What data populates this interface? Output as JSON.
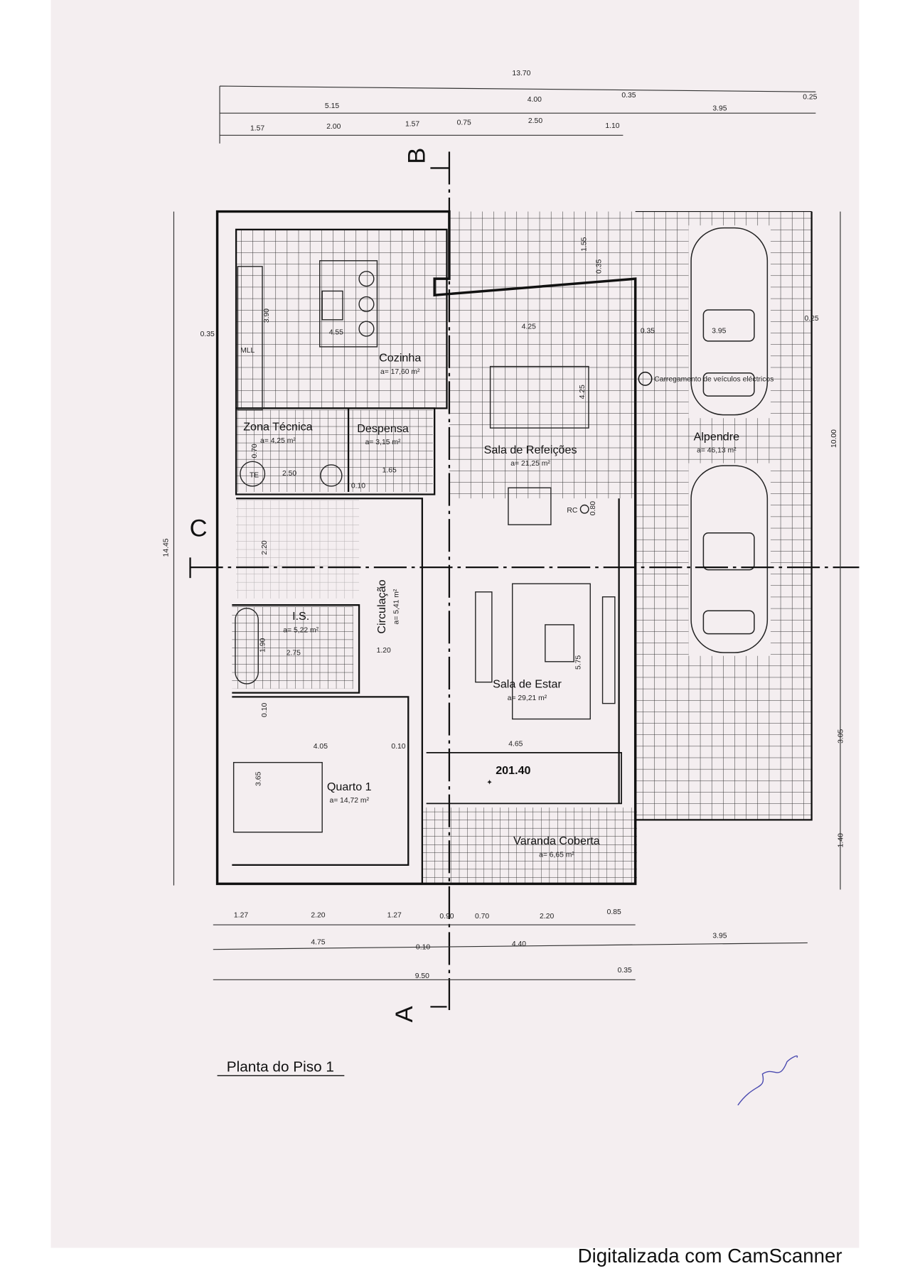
{
  "drawing": {
    "title": "Planta do Piso 1",
    "elevation_mark": "201.40",
    "section_labels": [
      "B",
      "C",
      "A"
    ],
    "symbols": {
      "rc": "RC",
      "te": "TE",
      "mll": "MLL"
    },
    "ev_charging_label": "Carregamento de veículos eléctricos",
    "car_dim": "3.95",
    "signature": "handwritten signature"
  },
  "rooms": [
    {
      "name": "Cozinha",
      "area": "a= 17,60 m²"
    },
    {
      "name": "Zona Técnica",
      "area": "a= 4,25 m²"
    },
    {
      "name": "Despensa",
      "area": "a= 3,15 m²"
    },
    {
      "name": "Sala de Refeições",
      "area": "a= 21,25 m²"
    },
    {
      "name": "Alpendre",
      "area": "a= 46,13 m²"
    },
    {
      "name": "Circulação",
      "area": "a= 5,41 m²"
    },
    {
      "name": "I.S.",
      "area": "a= 5,22 m²"
    },
    {
      "name": "Sala de Estar",
      "area": "a= 29,21 m²"
    },
    {
      "name": "Quarto 1",
      "area": "a= 14,72 m²"
    },
    {
      "name": "Varanda Coberta",
      "area": "a= 6,65 m²"
    }
  ],
  "dimensions": {
    "top": [
      "13.70",
      "5.15",
      "4.00",
      "0.35",
      "3.95",
      "0.25",
      "1.57",
      "2.00",
      "1.57",
      "0.75",
      "2.50",
      "1.10"
    ],
    "interior": [
      "1.55",
      "0.35",
      "3.90",
      "4.55",
      "0.35",
      "4.25",
      "0.35",
      "0.25",
      "4.25",
      "0.70",
      "2.50",
      "1.65",
      "0.10",
      "0.80",
      "2.20",
      "14.45",
      "10.00",
      "1.90",
      "2.75",
      "1.20",
      "5.75",
      "0.10",
      "4.05",
      "0.10",
      "4.65",
      "3.65",
      "3.05",
      "1.40"
    ],
    "bottom": [
      "1.27",
      "2.20",
      "1.27",
      "0.90",
      "0.70",
      "2.20",
      "0.85",
      "4.75",
      "0.10",
      "4.40",
      "3.95",
      "9.50",
      "0.35"
    ]
  },
  "footer": {
    "scanner_text": "Digitalizada com CamScanner"
  },
  "colors": {
    "paper": "#f4eef0",
    "ink": "#1a1a1a"
  }
}
